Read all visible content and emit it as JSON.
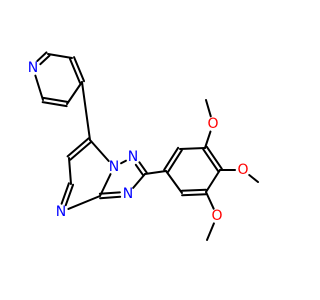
{
  "colors": {
    "background": "#ffffff",
    "bond": "#000000",
    "nitrogen": "#0000ff",
    "oxygen": "#ff0000"
  },
  "molecule": {
    "atoms": [
      {
        "id": "n_py",
        "label": "N",
        "element": "N"
      },
      {
        "id": "n_n1",
        "label": "N",
        "element": "N"
      },
      {
        "id": "n_n2",
        "label": "N",
        "element": "N"
      },
      {
        "id": "n_n3",
        "label": "N",
        "element": "N"
      },
      {
        "id": "n_n4",
        "label": "N",
        "element": "N"
      },
      {
        "id": "o_top",
        "label": "O",
        "element": "O"
      },
      {
        "id": "o_mid",
        "label": "O",
        "element": "O"
      },
      {
        "id": "o_bot",
        "label": "O",
        "element": "O"
      }
    ]
  }
}
